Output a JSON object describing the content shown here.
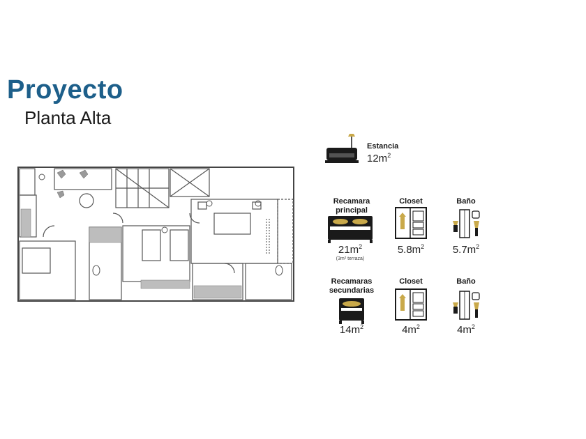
{
  "header": {
    "title": "Proyecto",
    "subtitle": "Planta Alta"
  },
  "colors": {
    "title": "#1d5f8a",
    "icon_dark": "#1a1a1a",
    "icon_gold": "#c9a94a"
  },
  "legend": {
    "estancia": {
      "label": "Estancia",
      "area_num": "12m",
      "area_exp": "2",
      "icon": "sofa-lamp-icon"
    },
    "recamara_principal": {
      "label_line1": "Recamara",
      "label_line2": "principal",
      "area_num": "21m",
      "area_exp": "2",
      "note": "(3m² terraza)",
      "icon": "double-bed-icon"
    },
    "closet_principal": {
      "label": "Closet",
      "area_num": "5.8m",
      "area_exp": "2",
      "icon": "closet-icon"
    },
    "bano_principal": {
      "label": "Baño",
      "area_num": "5.7m",
      "area_exp": "2",
      "icon": "bathroom-icon"
    },
    "recamaras_secundarias": {
      "label_line1": "Recamaras",
      "label_line2": "secundarias",
      "area_num": "14m",
      "area_exp": "2",
      "icon": "single-bed-icon"
    },
    "closet_secundario": {
      "label": "Closet",
      "area_num": "4m",
      "area_exp": "2",
      "icon": "closet-icon"
    },
    "bano_secundario": {
      "label": "Baño",
      "area_num": "4m",
      "area_exp": "2",
      "icon": "bathroom-icon"
    }
  }
}
